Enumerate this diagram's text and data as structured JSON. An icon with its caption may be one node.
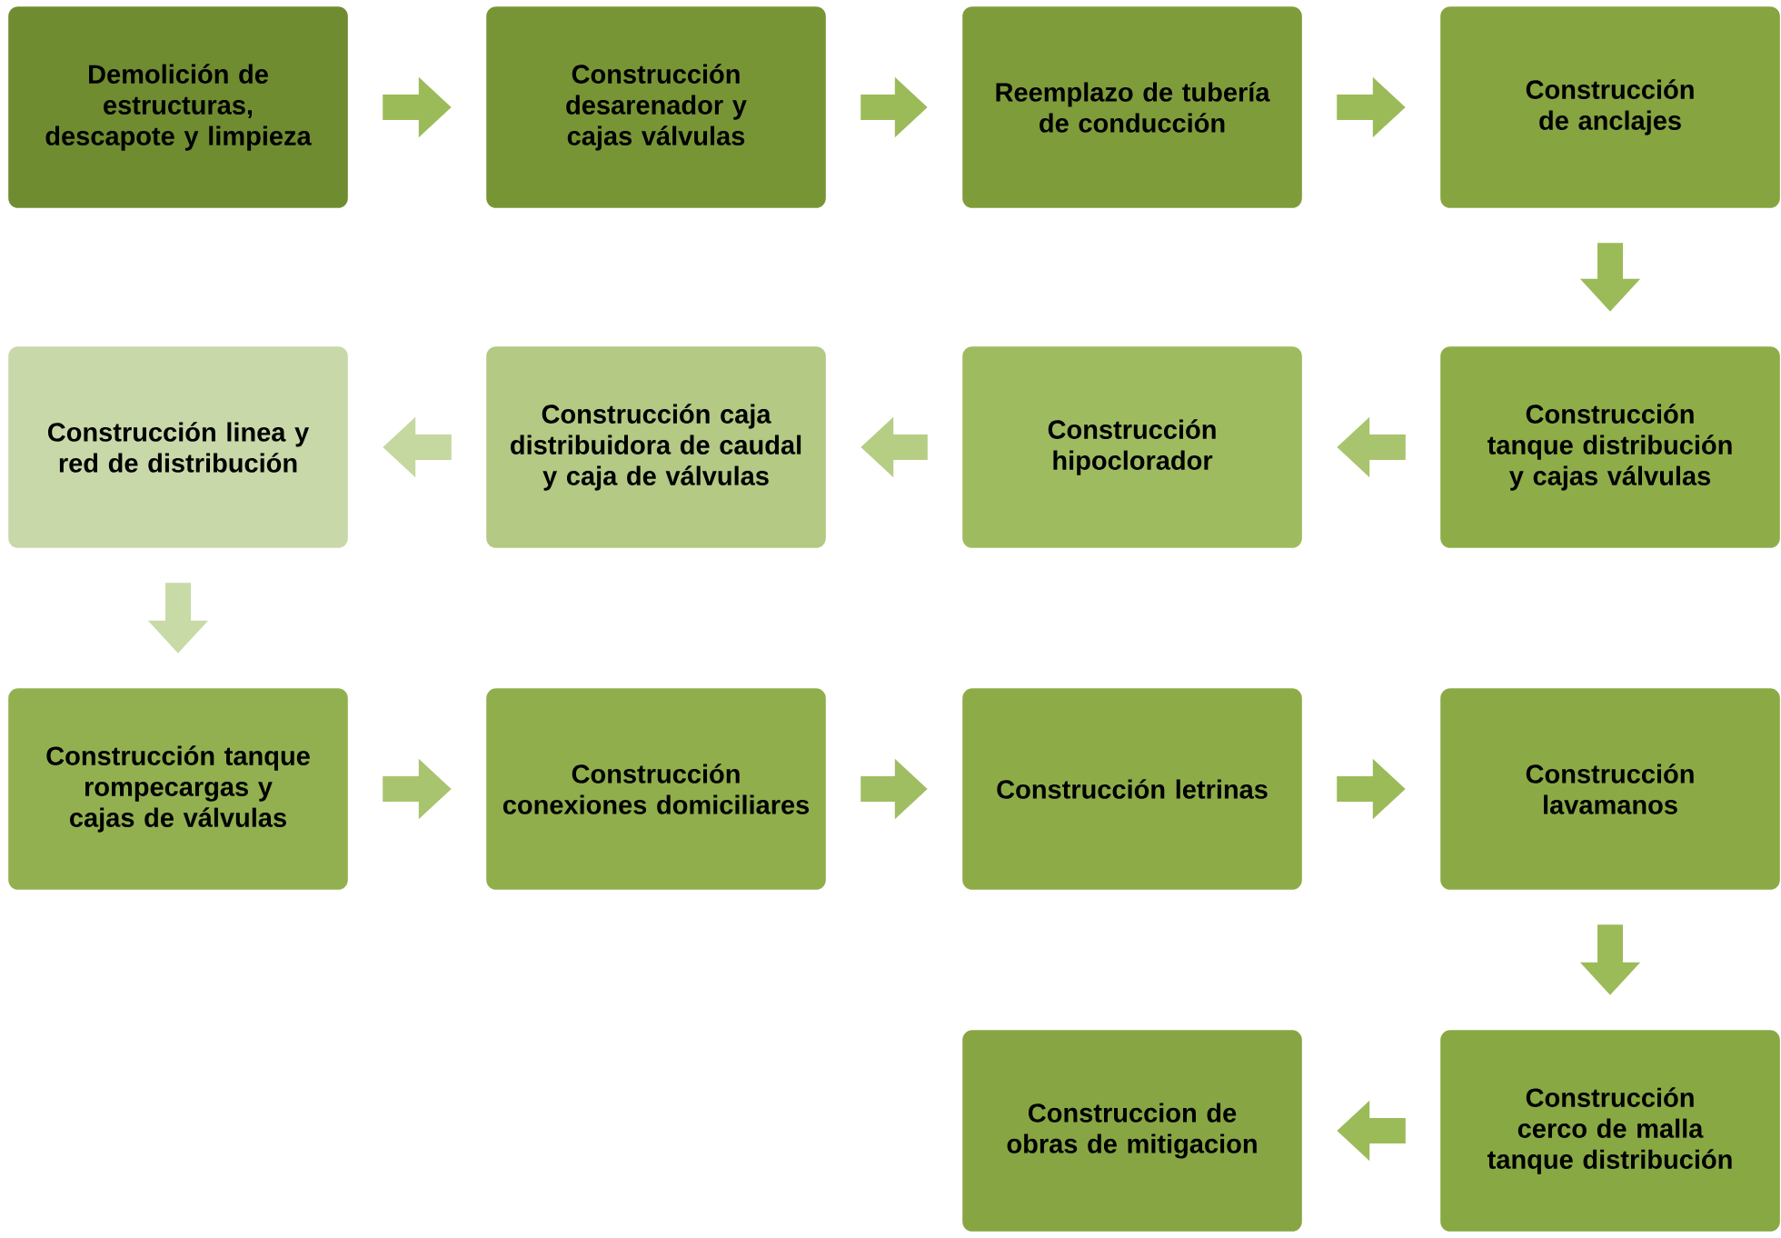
{
  "diagram": {
    "nodes": [
      {
        "text": [
          "Demolición de estructuras, descapote y limpieza"
        ]
      },
      {
        "text": [
          "Construcción desarenador y cajas válvulas"
        ]
      },
      {
        "text": [
          "Reemplazo de tubería de conducción"
        ]
      },
      {
        "text": [
          "Construcción de anclajes"
        ]
      },
      {
        "text": [
          "Construcción tanque distribución y cajas válvulas"
        ]
      },
      {
        "text": [
          "Construcción hipoclorador"
        ]
      },
      {
        "text": [
          "Construcción caja distribuidora de caudal y caja de válvulas"
        ]
      },
      {
        "text": [
          "Construcción linea y red de distribución"
        ]
      },
      {
        "text": [
          "Construcción tanque rompecargas y cajas de válvulas"
        ]
      },
      {
        "text": [
          "Construcción conexiones domiciliares"
        ]
      },
      {
        "text": [
          "Construcción letrinas"
        ]
      },
      {
        "text": [
          "Construcción lavamanos"
        ]
      },
      {
        "text": [
          "Construcción cerco de malla tanque distribución"
        ]
      },
      {
        "text": [
          "Construccion de obras de mitigacion"
        ]
      }
    ],
    "edges": [
      {
        "from": 0,
        "to": 1,
        "arrow": "to"
      },
      {
        "from": 1,
        "to": 2,
        "arrow": "to"
      },
      {
        "from": 2,
        "to": 3,
        "arrow": "to"
      },
      {
        "from": 3,
        "to": 4,
        "arrow": "to"
      },
      {
        "from": 4,
        "to": 5,
        "arrow": "to"
      },
      {
        "from": 5,
        "to": 6,
        "arrow": "to"
      },
      {
        "from": 6,
        "to": 7,
        "arrow": "to"
      },
      {
        "from": 7,
        "to": 8,
        "arrow": "to"
      },
      {
        "from": 8,
        "to": 9,
        "arrow": "to"
      },
      {
        "from": 9,
        "to": 10,
        "arrow": "to"
      },
      {
        "from": 10,
        "to": 11,
        "arrow": "to"
      },
      {
        "from": 11,
        "to": 12,
        "arrow": "to"
      },
      {
        "from": 12,
        "to": 13,
        "arrow": "to"
      }
    ]
  }
}
